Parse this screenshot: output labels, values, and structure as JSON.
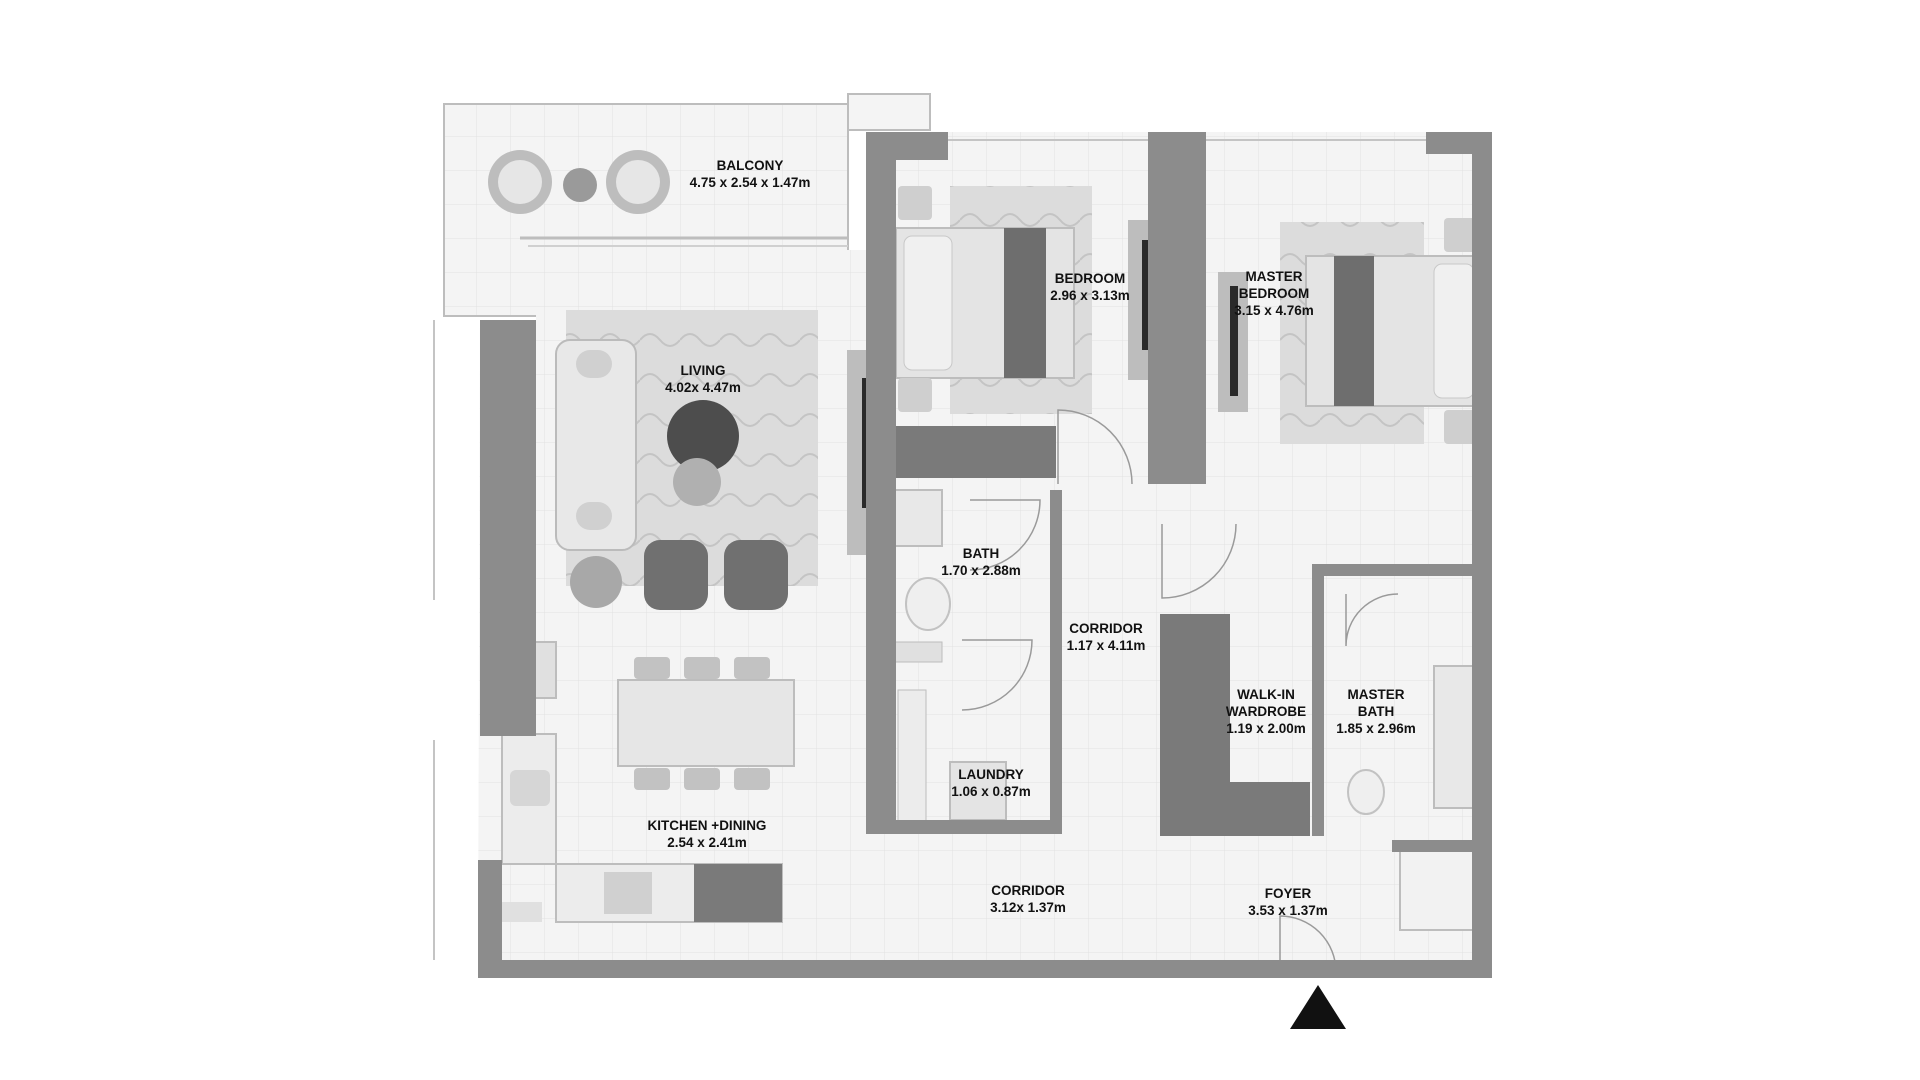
{
  "rooms": {
    "balcony": {
      "name": "BALCONY",
      "size": "4.75 x 2.54 x 1.47m"
    },
    "living": {
      "name": "LIVING",
      "size": "4.02x 4.47m"
    },
    "bedroom": {
      "name": "BEDROOM",
      "size": "2.96 x 3.13m"
    },
    "master_bedroom": {
      "name_line1": "MASTER",
      "name_line2": "BEDROOM",
      "size": "3.15 x 4.76m"
    },
    "bath": {
      "name": "BATH",
      "size": "1.70 x 2.88m"
    },
    "corridor_vertical": {
      "name": "CORRIDOR",
      "size": "1.17 x 4.11m"
    },
    "walk_in_wardrobe": {
      "name_line1": "WALK-IN",
      "name_line2": "WARDROBE",
      "size": "1.19 x 2.00m"
    },
    "master_bath": {
      "name_line1": "MASTER",
      "name_line2": "BATH",
      "size": "1.85 x 2.96m"
    },
    "laundry": {
      "name": "LAUNDRY",
      "size": "1.06 x 0.87m"
    },
    "kitchen_dining": {
      "name": "KITCHEN +DINING",
      "size": "2.54 x 2.41m"
    },
    "corridor_horizontal": {
      "name": "CORRIDOR",
      "size": "3.12x 1.37m"
    },
    "foyer": {
      "name": "FOYER",
      "size": "3.53 x 1.37m"
    }
  },
  "colors": {
    "wall": "#8c8c8c",
    "floor": "#f3f3f3",
    "wood": "#7a7a7a",
    "rug": "#d4d4d4"
  }
}
